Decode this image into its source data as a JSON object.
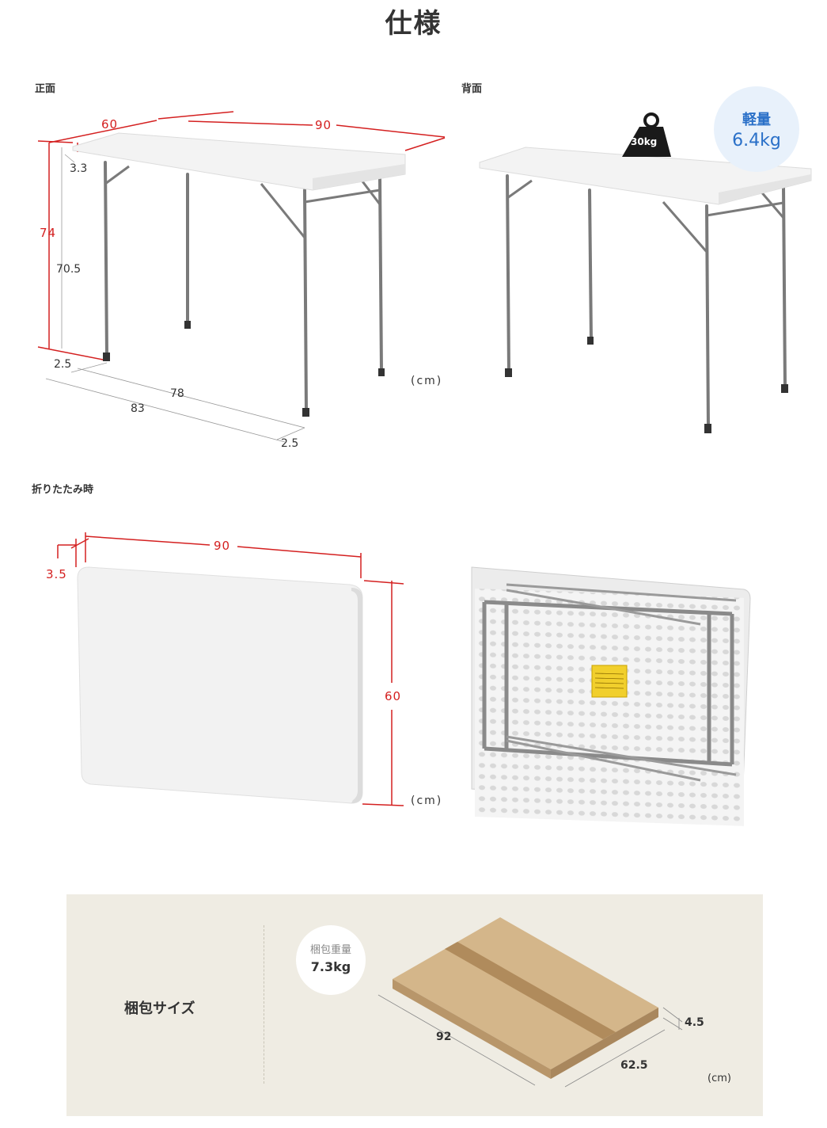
{
  "page_title": "仕様",
  "sections": {
    "front": "正面",
    "back": "背面",
    "folded": "折りたたみ時"
  },
  "front_dims": {
    "depth": "60",
    "width": "90",
    "height_total": "74",
    "height_inner": "70.5",
    "top_thickness": "3.3",
    "leg_offset_left": "2.5",
    "leg_offset_right": "2.5",
    "inner_width": "78",
    "outer_width": "83",
    "unit": "(cm)"
  },
  "back_badges": {
    "load": "30kg",
    "light_label": "軽量",
    "light_value": "6.4kg"
  },
  "folded_dims": {
    "width": "90",
    "thickness": "3.5",
    "depth": "60",
    "unit": "(cm)"
  },
  "package": {
    "title": "梱包サイズ",
    "weight_label": "梱包重量",
    "weight_value": "7.3kg",
    "length": "92",
    "width": "62.5",
    "height": "4.5",
    "unit": "(cm)"
  },
  "colors": {
    "accent_red": "#d42020",
    "accent_blue": "#2a70c8",
    "table_top": "#f2f2f2",
    "leg": "#7a7a7a",
    "cardboard": "#d6b98a",
    "panel_bg": "#efece3"
  }
}
